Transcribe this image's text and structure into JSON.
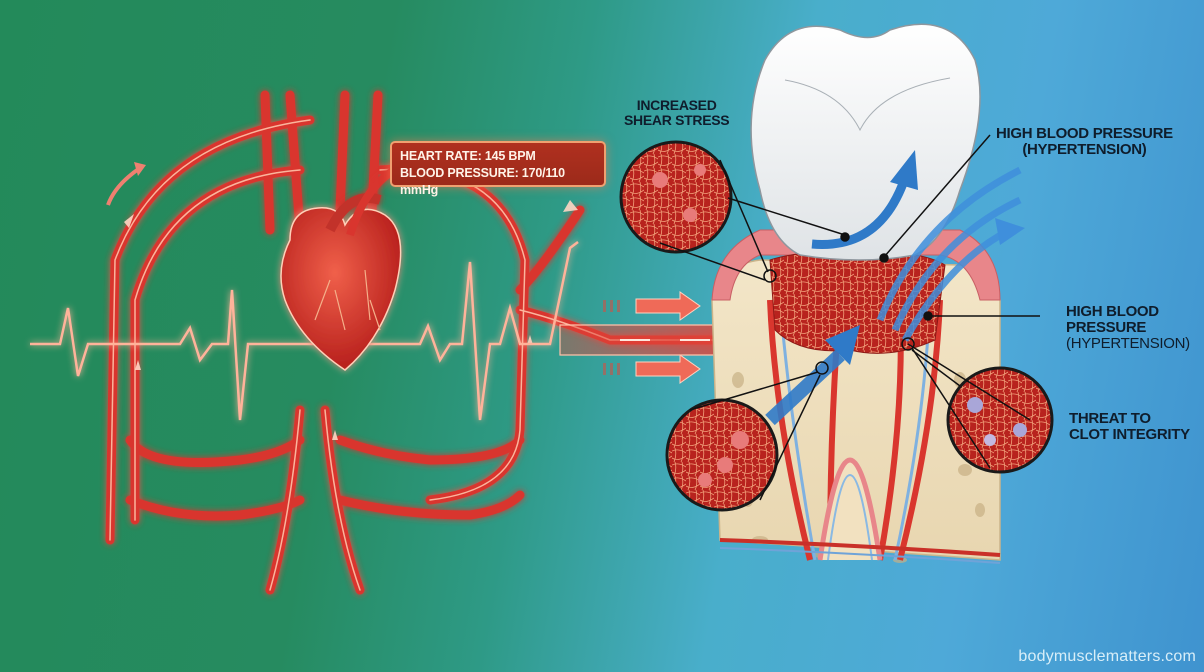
{
  "illustration": {
    "subject": "Effect of elevated heart rate and blood pressure on a tooth extraction socket blood clot",
    "background_colors": [
      "#238a5a",
      "#2e9a86",
      "#49aecb",
      "#3f93cf"
    ],
    "accent_red": "#e0453a",
    "accent_blue": "#2f7ac8"
  },
  "vitals": {
    "heart_rate": "HEART RATE: 145 BPM",
    "blood_pressure": "BLOOD PRESSURE: 170/110 mmHg"
  },
  "labels": {
    "shear_stress": {
      "line1": "INCREASED",
      "line2": "SHEAR STRESS"
    },
    "hypertension_top": {
      "line1": "HIGH BLOOD PRESSURE",
      "line2": "(HYPERTENSION)"
    },
    "hypertension_mid": {
      "line1": "HIGH BLOOD",
      "line2": "PRESSURE",
      "line3": "(HYPERTENSION)"
    },
    "clot_threat": {
      "line1": "THREAT TO",
      "line2": "CLOT INTEGRITY"
    }
  },
  "watermark": "bodymusclematters.com"
}
